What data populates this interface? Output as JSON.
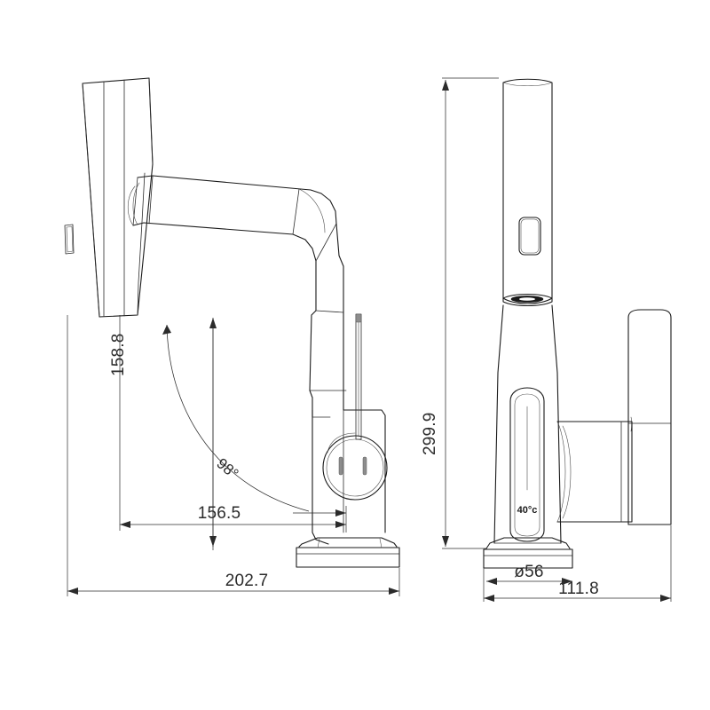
{
  "document": {
    "kind": "technical-drawing",
    "subject": "Pull-out basin faucet with digital temperature display",
    "background_color": "#ffffff",
    "line_color": "#1a1a1a",
    "dimension_color": "#2b2b2b",
    "units": "mm"
  },
  "views": {
    "side": {
      "name": "side-elevation-view",
      "label": ""
    },
    "front": {
      "name": "front-elevation-view",
      "label": ""
    }
  },
  "dimensions": {
    "height_to_spout": {
      "value": "158.8",
      "orientation": "vertical",
      "view": "side"
    },
    "swivel_angle": {
      "value": "98°",
      "orientation": "arc",
      "view": "side"
    },
    "reach_inner": {
      "value": "156.5",
      "orientation": "horizontal",
      "view": "side"
    },
    "overall_depth": {
      "value": "202.7",
      "orientation": "horizontal",
      "view": "side"
    },
    "overall_height": {
      "value": "299.9",
      "orientation": "vertical",
      "view": "front"
    },
    "base_diameter": {
      "value": "ø56",
      "orientation": "horizontal",
      "view": "front"
    },
    "overall_width": {
      "value": "111.8",
      "orientation": "horizontal",
      "view": "front"
    }
  },
  "display": {
    "temperature_readout": "40°c"
  }
}
